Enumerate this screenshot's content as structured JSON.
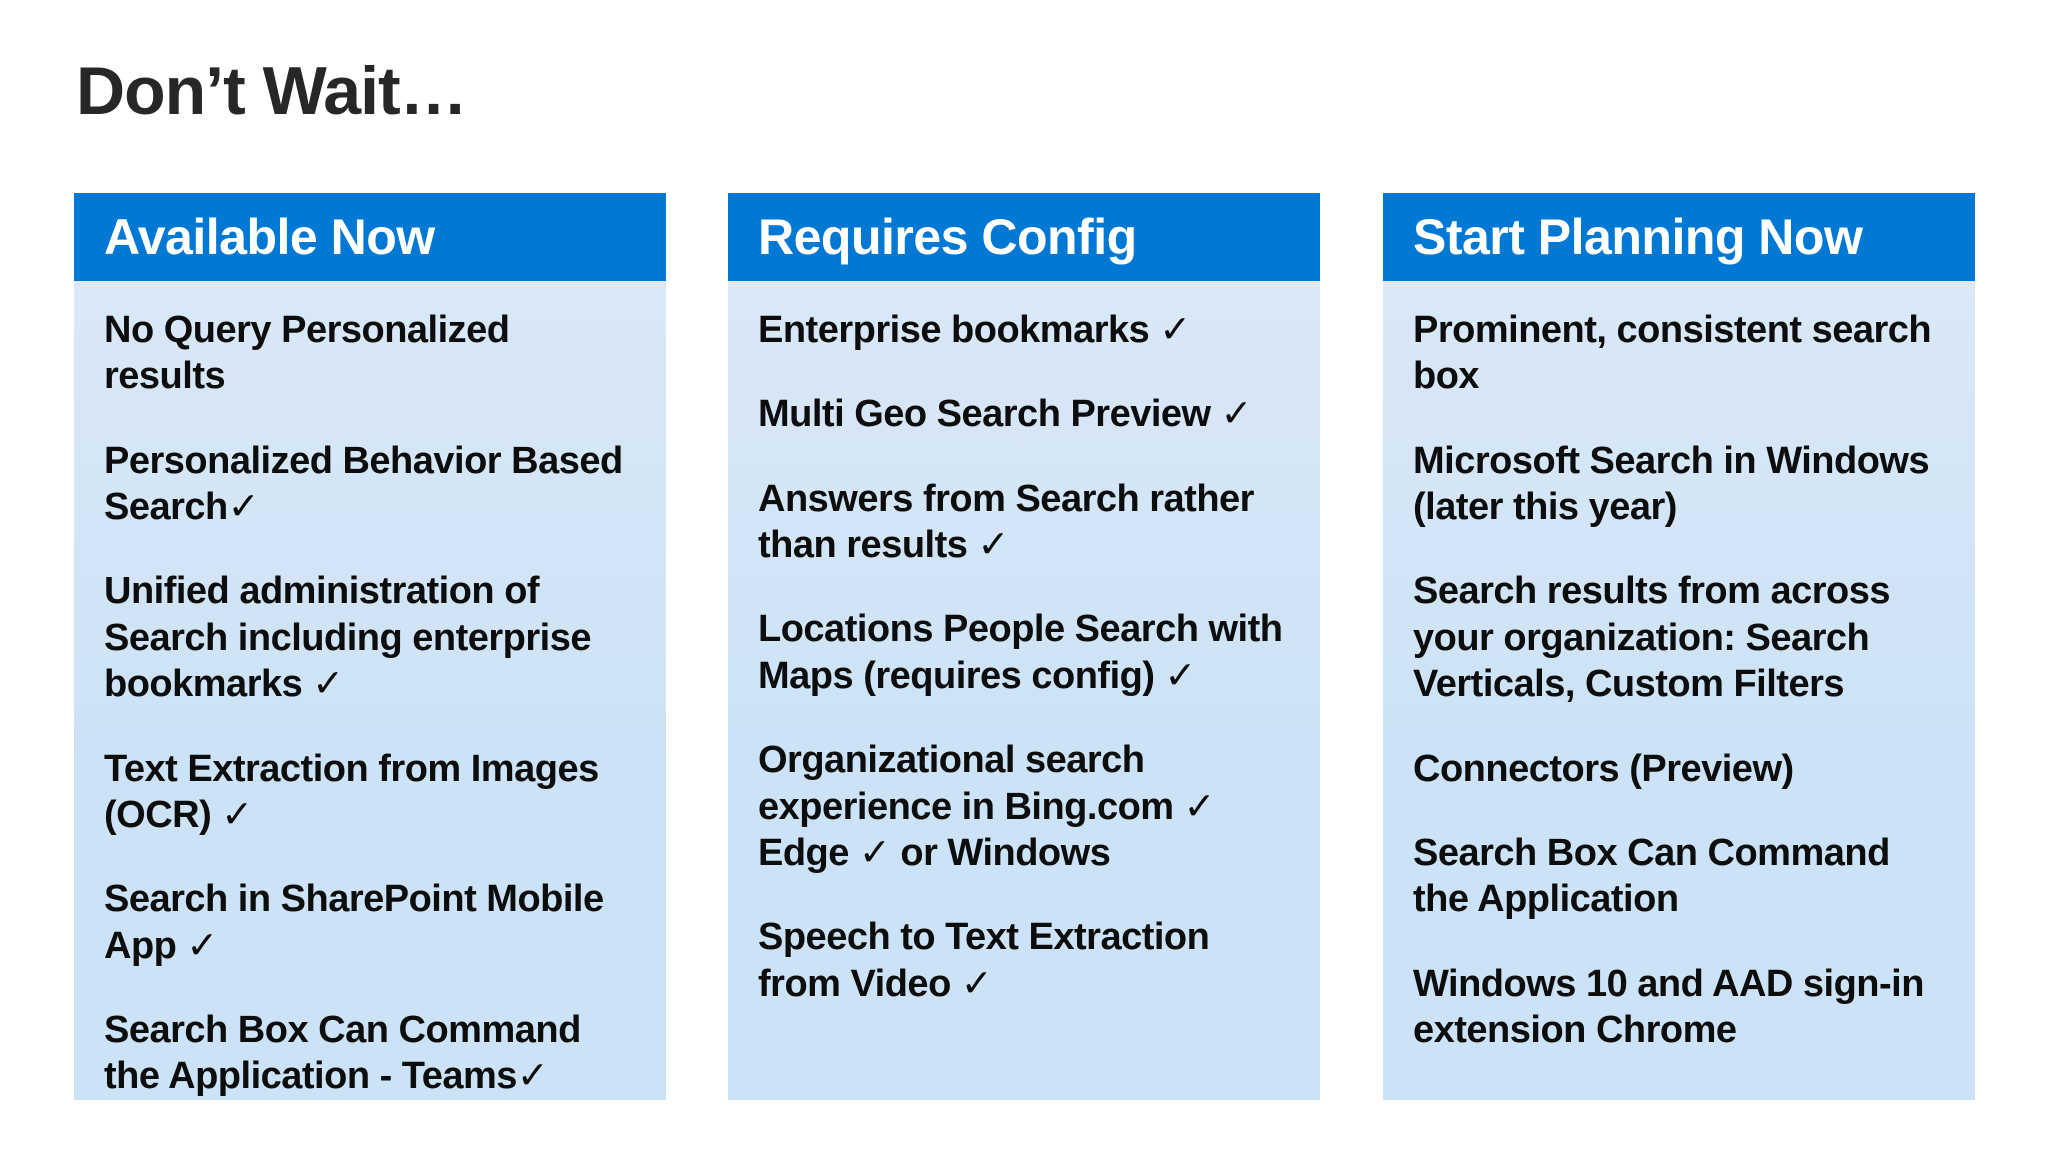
{
  "page": {
    "title": "Don’t Wait…"
  },
  "colors": {
    "header_bg": "#0078d4",
    "header_text": "#ffffff",
    "body_bg_top": "#dae8f7",
    "body_bg_bottom": "#cce2f6",
    "body_text": "#0d0d0d",
    "title_text": "#272727",
    "page_bg": "#ffffff"
  },
  "columns": [
    {
      "header": "Available Now",
      "items": [
        "No Query Personalized results",
        "Personalized Behavior Based Search✓",
        "Unified administration of Search including enterprise bookmarks ✓",
        "Text Extraction from Images (OCR) ✓",
        "Search in SharePoint Mobile App ✓",
        "Search Box Can Command the Application - Teams✓"
      ]
    },
    {
      "header": "Requires Config",
      "items": [
        "Enterprise bookmarks ✓",
        "Multi Geo Search Preview ✓",
        "Answers from Search rather than results ✓",
        "Locations People Search with Maps (requires config) ✓",
        "Organizational search experience in Bing.com ✓ Edge ✓ or Windows",
        "Speech to Text Extraction from Video ✓"
      ]
    },
    {
      "header": "Start Planning Now",
      "items": [
        "Prominent, consistent search box",
        "Microsoft Search in Windows (later this year)",
        "Search results from across your organization: Search Verticals, Custom Filters",
        "Connectors (Preview)",
        "Search Box Can Command the Application",
        "Windows 10 and AAD sign-in extension Chrome"
      ]
    }
  ]
}
